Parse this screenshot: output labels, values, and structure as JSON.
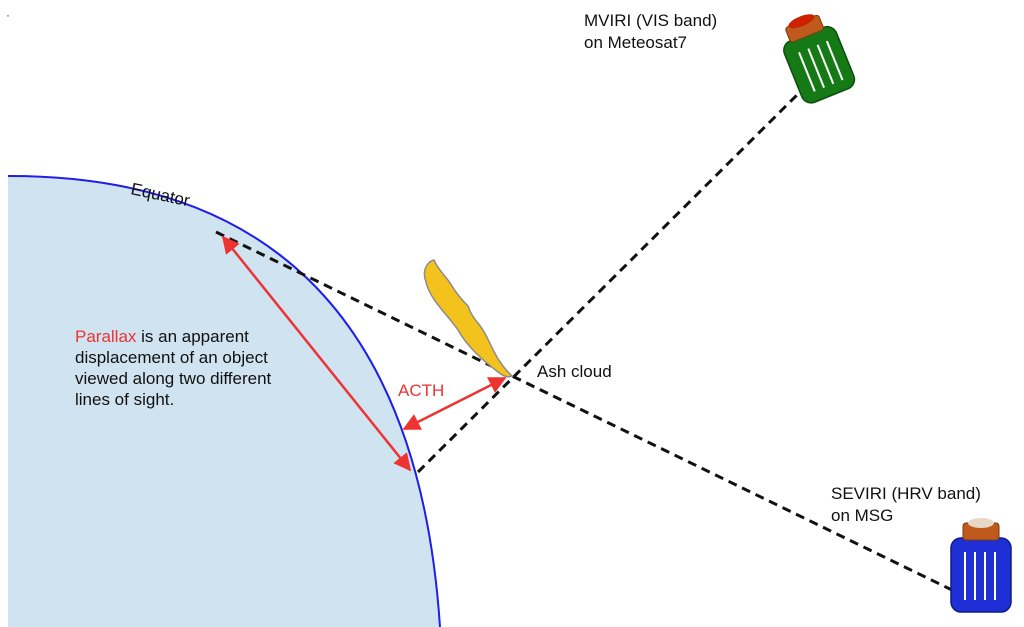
{
  "colors": {
    "earth_fill": "#cfe3f1",
    "earth_edge": "#1f1fe6",
    "accent_red": "#ee3333",
    "cloud_fill": "#f4c21d",
    "cloud_edge": "#8c8c8c",
    "meteosat_body": "#157a15",
    "msg_body": "#1f2fd6",
    "sat_cap": "#c05a1c",
    "sat_cap_inner": "#cc2200",
    "line": "#111111"
  },
  "stray_mark": "·",
  "labels": {
    "equator": "Equator",
    "parallax_word": "Parallax",
    "parallax_line1_rest": " is an apparent",
    "parallax_line2": "displacement of an object",
    "parallax_line3": "viewed along two different",
    "parallax_line4": "lines of sight.",
    "acth": "ACTH",
    "ash_cloud": "Ash cloud",
    "mviri_line1": "MVIRI (VIS band)",
    "mviri_line2": "on Meteosat7",
    "seviri_line1": "SEVIRI  (HRV band)",
    "seviri_line2": "on MSG"
  },
  "icons": {
    "meteosat": "satellite-icon",
    "msg": "satellite-icon",
    "ash": "ash-plume-icon"
  }
}
